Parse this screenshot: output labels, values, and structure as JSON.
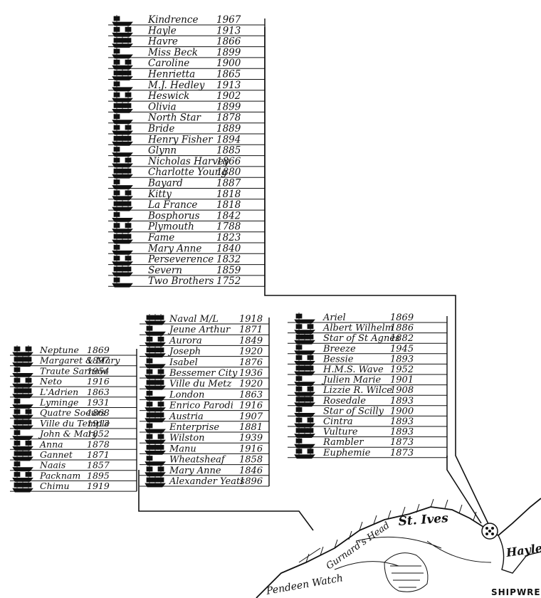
{
  "groups": [
    {
      "id": "group-1",
      "entries": [
        {
          "name": "Kindrence",
          "year": "1967"
        },
        {
          "name": "Hayle",
          "year": "1913"
        },
        {
          "name": "Havre",
          "year": "1866"
        },
        {
          "name": "Miss Beck",
          "year": "1899"
        },
        {
          "name": "Caroline",
          "year": "1900"
        },
        {
          "name": "Henrietta",
          "year": "1865"
        },
        {
          "name": "M.J. Hedley",
          "year": "1913"
        },
        {
          "name": "Heswick",
          "year": "1902"
        },
        {
          "name": "Olivia",
          "year": "1899"
        },
        {
          "name": "North Star",
          "year": "1878"
        },
        {
          "name": "Bride",
          "year": "1889"
        },
        {
          "name": "Henry Fisher",
          "year": "1894"
        },
        {
          "name": "Glynn",
          "year": "1885"
        },
        {
          "name": "Nicholas Harvey",
          "year": "1866"
        },
        {
          "name": "Charlotte Young",
          "year": "1880"
        },
        {
          "name": "Bayard",
          "year": "1887"
        },
        {
          "name": "Kitty",
          "year": "1818"
        },
        {
          "name": "La France",
          "year": "1818"
        },
        {
          "name": "Bosphorus",
          "year": "1842"
        },
        {
          "name": "Plymouth",
          "year": "1788"
        },
        {
          "name": "Fame",
          "year": "1823"
        },
        {
          "name": "Mary Anne",
          "year": "1840"
        },
        {
          "name": "Perseverence",
          "year": "1832"
        },
        {
          "name": "Severn",
          "year": "1859"
        },
        {
          "name": "Two Brothers",
          "year": "1752"
        }
      ]
    },
    {
      "id": "group-2",
      "entries": [
        {
          "name": "Neptune",
          "year": "1869"
        },
        {
          "name": "Margaret & Mary",
          "year": "1897"
        },
        {
          "name": "Traute Sarnow",
          "year": "1954"
        },
        {
          "name": "Neto",
          "year": "1916"
        },
        {
          "name": "L'Adrien",
          "year": "1863"
        },
        {
          "name": "Lyminge",
          "year": "1931"
        },
        {
          "name": "Quatre Soeurs",
          "year": "1868"
        },
        {
          "name": "Ville du Temple",
          "year": "1913"
        },
        {
          "name": "John & Mary",
          "year": "1852"
        },
        {
          "name": "Anna",
          "year": "1878"
        },
        {
          "name": "Gannet",
          "year": "1871"
        },
        {
          "name": "Naais",
          "year": "1857"
        },
        {
          "name": "Packnam",
          "year": "1895"
        },
        {
          "name": "Chimu",
          "year": "1919"
        }
      ]
    },
    {
      "id": "group-3",
      "entries": [
        {
          "name": "Naval M/L",
          "year": "1918"
        },
        {
          "name": "Jeune Arthur",
          "year": "1871"
        },
        {
          "name": "Aurora",
          "year": "1849"
        },
        {
          "name": "Joseph",
          "year": "1920"
        },
        {
          "name": "Isabel",
          "year": "1876"
        },
        {
          "name": "Bessemer City",
          "year": "1936"
        },
        {
          "name": "Ville du Metz",
          "year": "1920"
        },
        {
          "name": "London",
          "year": "1863"
        },
        {
          "name": "Enrico Parodi",
          "year": "1916"
        },
        {
          "name": "Austria",
          "year": "1907"
        },
        {
          "name": "Enterprise",
          "year": "1881"
        },
        {
          "name": "Wilston",
          "year": "1939"
        },
        {
          "name": "Manu",
          "year": "1916"
        },
        {
          "name": "Wheatsheaf",
          "year": "1858"
        },
        {
          "name": "Mary Anne",
          "year": "1846"
        },
        {
          "name": "Alexander Yeats",
          "year": "1896"
        }
      ]
    },
    {
      "id": "group-4",
      "entries": [
        {
          "name": "Ariel",
          "year": "1869"
        },
        {
          "name": "Albert Wilhelm",
          "year": "1886"
        },
        {
          "name": "Star of St Agnes",
          "year": "1882"
        },
        {
          "name": "Breeze",
          "year": "1945"
        },
        {
          "name": "Bessie",
          "year": "1893"
        },
        {
          "name": "H.M.S. Wave",
          "year": "1952"
        },
        {
          "name": "Julien Marie",
          "year": "1901"
        },
        {
          "name": "Lizzie R. Wilce",
          "year": "1908"
        },
        {
          "name": "Rosedale",
          "year": "1893"
        },
        {
          "name": "Star of Scilly",
          "year": "1900"
        },
        {
          "name": "Cintra",
          "year": "1893"
        },
        {
          "name": "Vulture",
          "year": "1893"
        },
        {
          "name": "Rambler",
          "year": "1873"
        },
        {
          "name": "Euphemie",
          "year": "1873"
        }
      ]
    }
  ],
  "places": {
    "st_ives": "St. Ives",
    "hayle": "Hayle",
    "gurnards_head": "Gurnard's Head",
    "pendeen_watch": "Pendeen Watch"
  },
  "footer_text": "SHIPWRE"
}
